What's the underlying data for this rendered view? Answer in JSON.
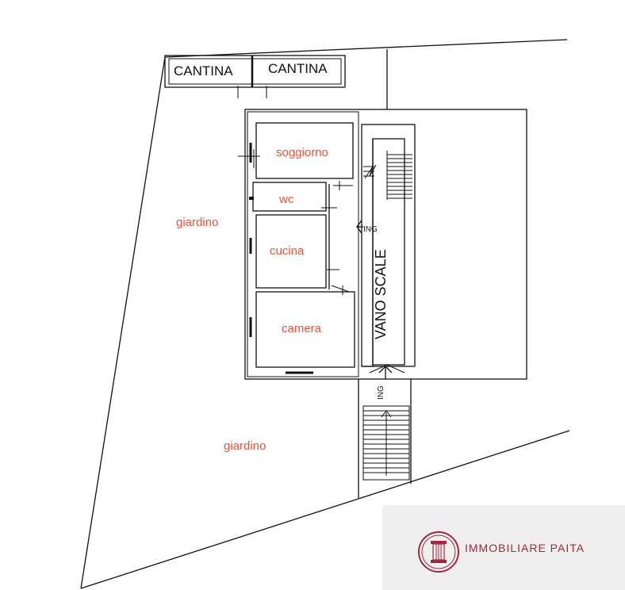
{
  "rooms": {
    "cantina_left": "CANTINA",
    "cantina_right": "CANTINA",
    "soggiorno": "soggiorno",
    "wc": "wc",
    "cucina": "cucina",
    "camera": "camera",
    "vano_scale": "VANO SCALE",
    "giardino_upper": "giardino",
    "giardino_lower": "giardino",
    "ing_upper": "ING",
    "ing_lower": "ING"
  },
  "brand": {
    "name": "IMMOBILIARE PAITA",
    "color": "#a02940",
    "icon": "column-pillar-icon"
  },
  "colors": {
    "room_label": "#e8533a",
    "lines": "#111111",
    "brand_bg": "#efefef"
  }
}
